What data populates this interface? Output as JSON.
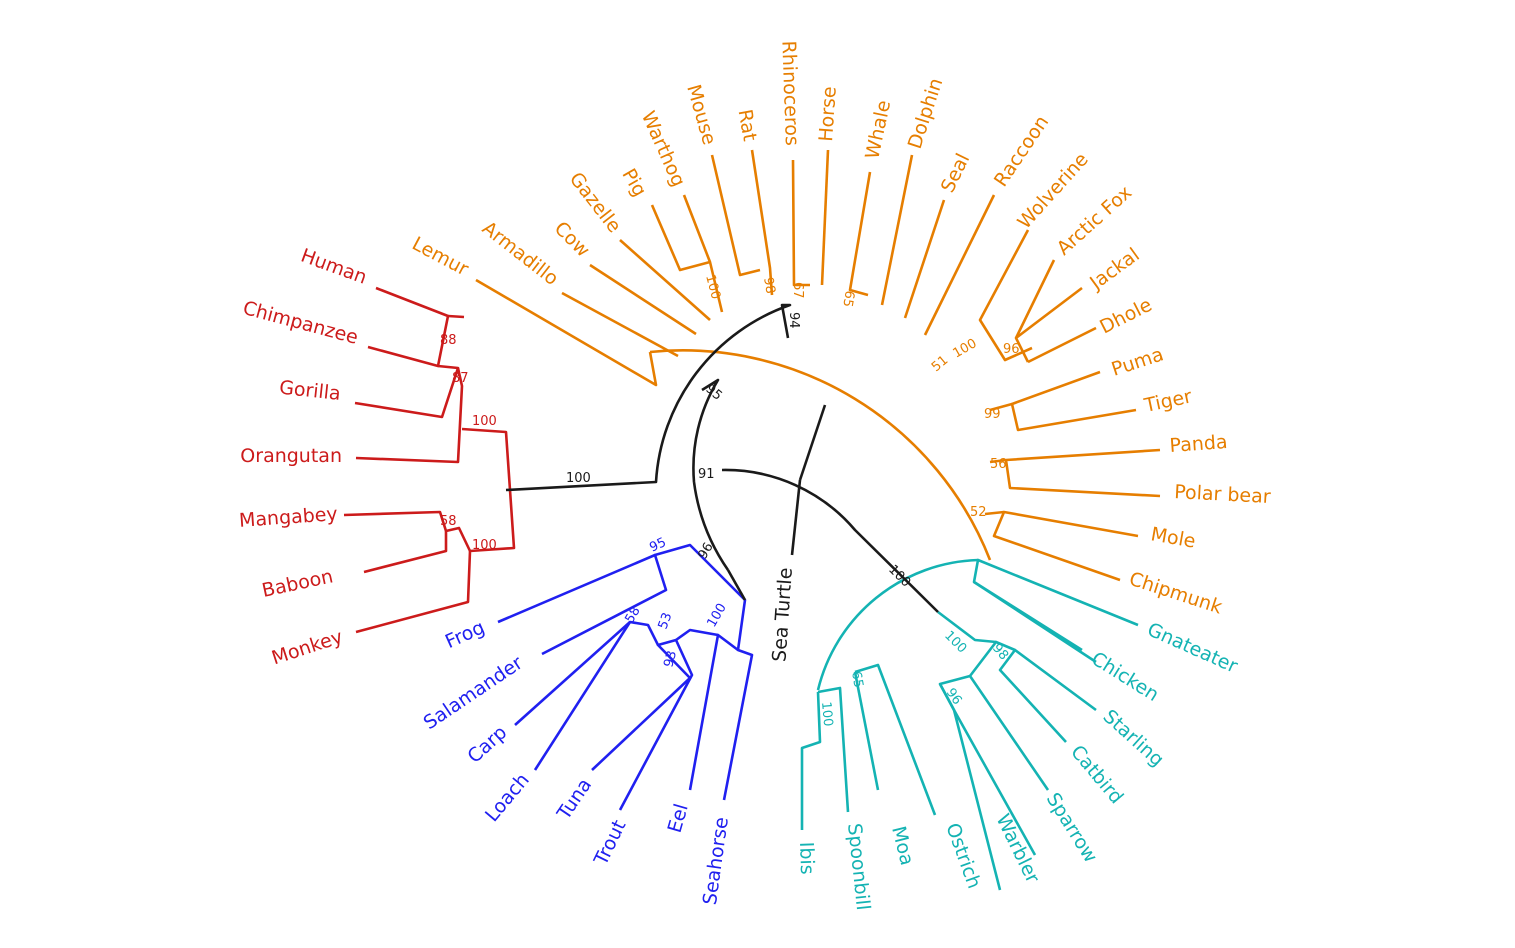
{
  "colors": {
    "mammals": "#e67e00",
    "primates": "#cc1b1b",
    "fish": "#2020f0",
    "birds": "#14b3b3",
    "outgroup": "#1a1a1a"
  },
  "leaves": {
    "human": "Human",
    "chimpanzee": "Chimpanzee",
    "gorilla": "Gorilla",
    "orangutan": "Orangutan",
    "mangabey": "Mangabey",
    "baboon": "Baboon",
    "monkey": "Monkey",
    "lemur": "Lemur",
    "armadillo": "Armadillo",
    "cow": "Cow",
    "gazelle": "Gazelle",
    "pig": "Pig",
    "warthog": "Warthog",
    "mouse": "Mouse",
    "rat": "Rat",
    "rhinoceros": "Rhinoceros",
    "horse": "Horse",
    "whale": "Whale",
    "dolphin": "Dolphin",
    "seal": "Seal",
    "raccoon": "Raccoon",
    "wolverine": "Wolverine",
    "arctic_fox": "Arctic Fox",
    "jackal": "Jackal",
    "dhole": "Dhole",
    "puma": "Puma",
    "tiger": "Tiger",
    "panda": "Panda",
    "polar_bear": "Polar bear",
    "mole": "Mole",
    "chipmunk": "Chipmunk",
    "gnateater": "Gnateater",
    "chicken": "Chicken",
    "starling": "Starling",
    "catbird": "Catbird",
    "sparrow": "Sparrow",
    "warbler": "Warbler",
    "ostrich": "Ostrich",
    "moa": "Moa",
    "spoonbill": "Spoonbill",
    "ibis": "Ibis",
    "seahorse": "Seahorse",
    "eel": "Eel",
    "trout": "Trout",
    "tuna": "Tuna",
    "loach": "Loach",
    "carp": "Carp",
    "salamander": "Salamander",
    "frog": "Frog",
    "sea_turtle": "Sea Turtle"
  },
  "support": {
    "hc": "88",
    "hcg": "87",
    "apes": "100",
    "mb": "58",
    "mbm": "100",
    "primates": "100",
    "wp": "100",
    "mr": "98",
    "rh": "67",
    "wd": "65",
    "lau": "94",
    "jd": "96",
    "fox": "100",
    "carn": "51",
    "pt": "99",
    "pp": "56",
    "mc": "52",
    "mammals": "95",
    "amniotes": "91",
    "birds": "100",
    "ib": "100",
    "pal": "65",
    "ws": "96",
    "cs": "98",
    "et": "93",
    "cl": "58",
    "fish1": "53",
    "fish2": "100",
    "fs": "95",
    "anamniotes": "96"
  }
}
